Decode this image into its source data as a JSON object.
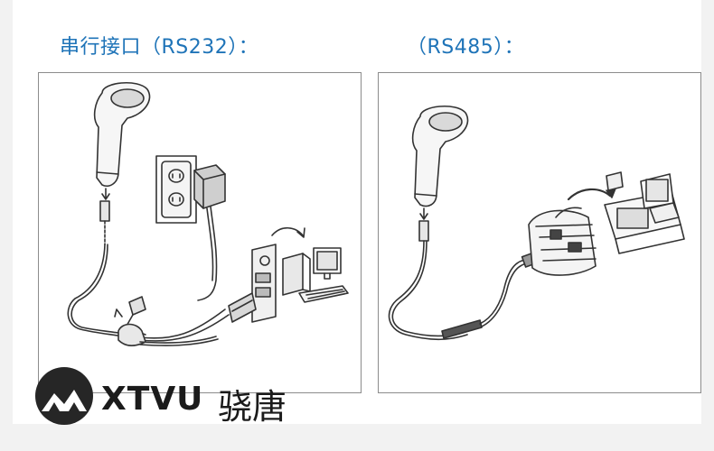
{
  "headings": {
    "rs232": "串行接口（RS232）：",
    "rs485": "（RS485）："
  },
  "panels": {
    "left": {
      "icons": [
        "barcode-scanner-icon",
        "wall-outlet-icon",
        "power-adapter-icon",
        "rs232-cable-icon",
        "computer-icon"
      ]
    },
    "right": {
      "icons": [
        "barcode-scanner-icon",
        "rs485-cable-icon",
        "pos-terminal-icon"
      ]
    }
  },
  "logo": {
    "latin": "XTVU",
    "chinese": "骁唐"
  },
  "colors": {
    "heading": "#1f74b8",
    "line": "#333333",
    "panel_border": "#8c8c8c"
  }
}
